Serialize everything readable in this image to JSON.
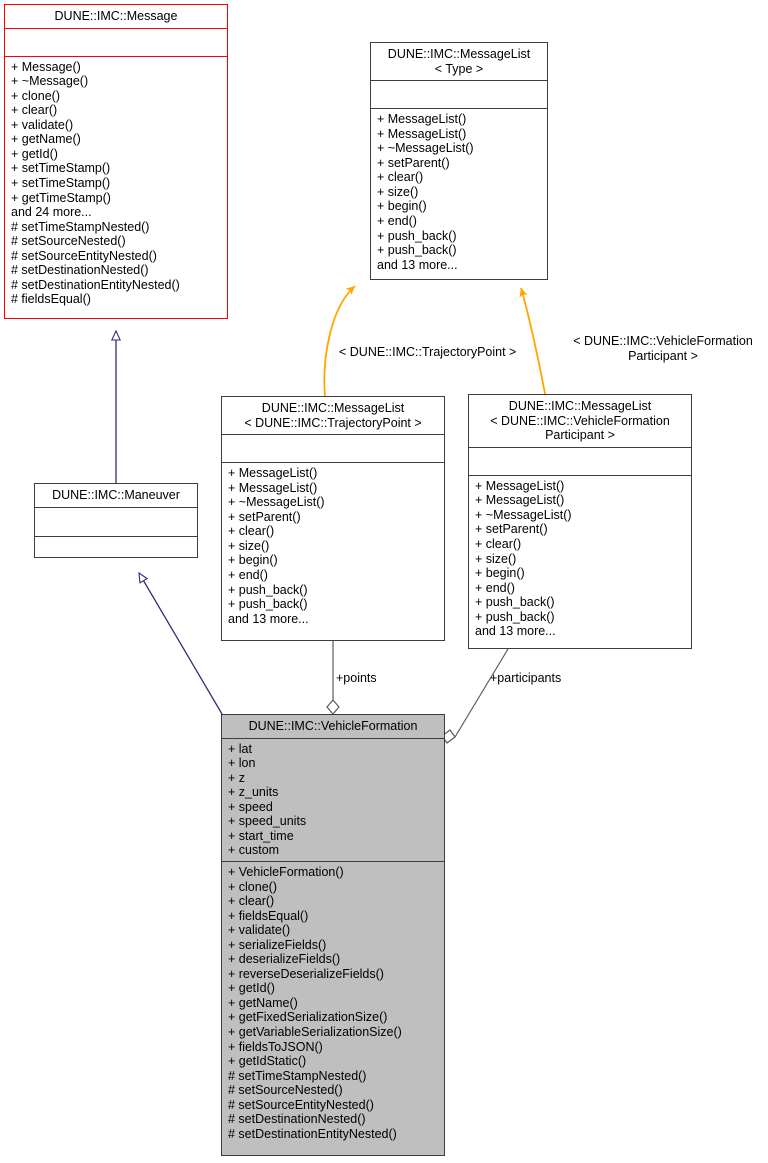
{
  "diagram": {
    "type": "uml-class-diagram",
    "title": "DUNE::IMC::VehicleFormation collaboration diagram",
    "colors": {
      "highlight_border": "#ff0000",
      "normal_border": "#3d3d3d",
      "focus_fill": "#bfbfbf",
      "inheritance_edge": "#303078",
      "template_edge": "#ffa500",
      "usage_edge": "#5a5a5a",
      "background": "#ffffff"
    }
  },
  "classes": {
    "message": {
      "name": "DUNE::IMC::Message",
      "attributes": [],
      "operations": [
        "+ Message()",
        "+ ~Message()",
        "+ clone()",
        "+ clear()",
        "+ validate()",
        "+ getName()",
        "+ getId()",
        "+ setTimeStamp()",
        "+ setTimeStamp()",
        "+ getTimeStamp()",
        "and 24 more...",
        "# setTimeStampNested()",
        "# setSourceNested()",
        "# setSourceEntityNested()",
        "# setDestinationNested()",
        "# setDestinationEntityNested()",
        "# fieldsEqual()"
      ]
    },
    "messagelist_type": {
      "name": "DUNE::IMC::MessageList\n< Type >",
      "attributes": [],
      "operations": [
        "+ MessageList()",
        "+ MessageList()",
        "+ ~MessageList()",
        "+ setParent()",
        "+ clear()",
        "+ size()",
        "+ begin()",
        "+ end()",
        "+ push_back()",
        "+ push_back()",
        "and 13 more..."
      ]
    },
    "messagelist_trajectorypoint": {
      "name": "DUNE::IMC::MessageList\n< DUNE::IMC::TrajectoryPoint >",
      "attributes": [],
      "operations": [
        "+ MessageList()",
        "+ MessageList()",
        "+ ~MessageList()",
        "+ setParent()",
        "+ clear()",
        "+ size()",
        "+ begin()",
        "+ end()",
        "+ push_back()",
        "+ push_back()",
        "and 13 more..."
      ]
    },
    "messagelist_participant": {
      "name": "DUNE::IMC::MessageList\n< DUNE::IMC::VehicleFormation\nParticipant >",
      "attributes": [],
      "operations": [
        "+ MessageList()",
        "+ MessageList()",
        "+ ~MessageList()",
        "+ setParent()",
        "+ clear()",
        "+ size()",
        "+ begin()",
        "+ end()",
        "+ push_back()",
        "+ push_back()",
        "and 13 more..."
      ]
    },
    "maneuver": {
      "name": "DUNE::IMC::Maneuver",
      "attributes": [],
      "operations": []
    },
    "vehicleformation": {
      "name": "DUNE::IMC::VehicleFormation",
      "attributes": [
        "+ lat",
        "+ lon",
        "+ z",
        "+ z_units",
        "+ speed",
        "+ speed_units",
        "+ start_time",
        "+ custom"
      ],
      "operations": [
        "+ VehicleFormation()",
        "+ clone()",
        "+ clear()",
        "+ fieldsEqual()",
        "+ validate()",
        "+ serializeFields()",
        "+ deserializeFields()",
        "+ reverseDeserializeFields()",
        "+ getId()",
        "+ getName()",
        "+ getFixedSerializationSize()",
        "+ getVariableSerializationSize()",
        "+ fieldsToJSON()",
        "+ getIdStatic()",
        "# setTimeStampNested()",
        "# setSourceNested()",
        "# setSourceEntityNested()",
        "# setDestinationNested()",
        "# setDestinationEntityNested()"
      ]
    }
  },
  "edge_labels": {
    "template_trajectorypoint": "< DUNE::IMC::TrajectoryPoint >",
    "template_participant": "< DUNE::IMC::VehicleFormation\nParticipant >",
    "points": "+points",
    "participants": "+participants"
  }
}
